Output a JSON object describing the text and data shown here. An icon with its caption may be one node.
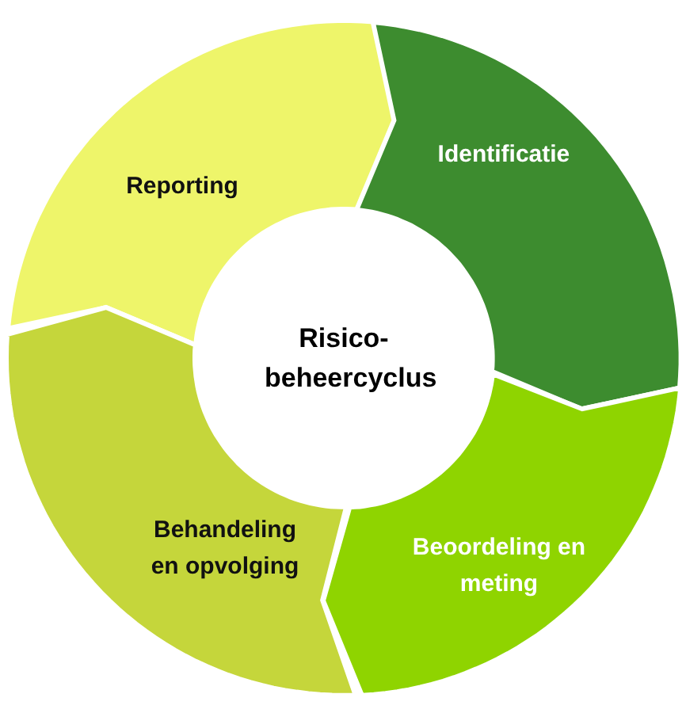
{
  "diagram": {
    "nodes": [
      {
        "text": [
          "Reporting"
        ]
      },
      {
        "text": [
          "Identificatie"
        ]
      },
      {
        "text": [
          "Risico-beheercyclus"
        ]
      },
      {
        "text": [
          "Behandeling en opvolging"
        ]
      },
      {
        "text": [
          "Beoordeling en meting"
        ]
      }
    ]
  }
}
